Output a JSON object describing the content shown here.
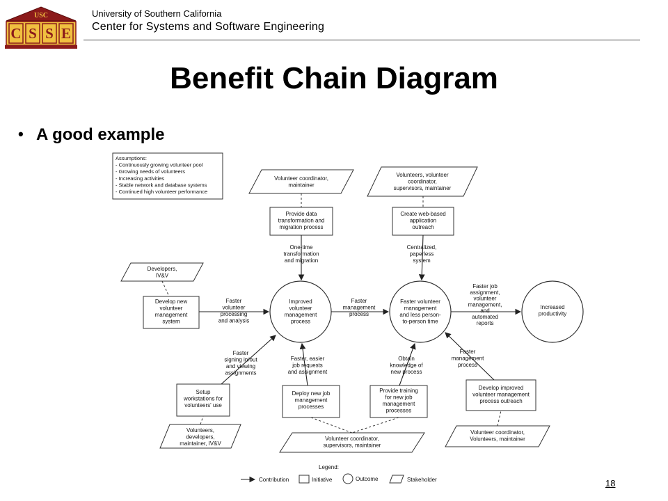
{
  "header": {
    "logo_top": "USC",
    "logo_letters": [
      "C",
      "S",
      "S",
      "E"
    ],
    "university": "University of Southern California",
    "center": "Center for Systems and Software Engineering"
  },
  "title": "Benefit Chain Diagram",
  "bullet": "A good example",
  "page_number": "18",
  "diagram": {
    "assumptions": [
      "Assumptions:",
      "- Continuously growing volunteer pool",
      "- Growing needs of volunteers",
      "- Increasing activities",
      "- Stable network and database systems",
      "- Continued high volunteer performance"
    ],
    "stakeholders": {
      "top_left": [
        "Volunteer coordinator,",
        "maintainer"
      ],
      "top_right": [
        "Volunteers, volunteer",
        "coordinator,",
        "supervisors, maintainer"
      ],
      "left": [
        "Developers,",
        "IV&V"
      ],
      "bottom_left": [
        "Volunteers,",
        "developers,",
        "maintainer, IV&V"
      ],
      "bottom_center": [
        "Volunteer coordinator,",
        "supervisors, maintainer"
      ],
      "bottom_right": [
        "Volunteer coordinator,",
        "Volunteers, maintainer"
      ]
    },
    "initiatives": {
      "provide_data": [
        "Provide data",
        "transformation and",
        "migration process"
      ],
      "web_outreach": [
        "Create web-based",
        "application",
        "outreach"
      ],
      "develop_system": [
        "Develop new",
        "volunteer",
        "management",
        "system"
      ],
      "setup_workstations": [
        "Setup",
        "workstations for",
        "volunteers' use"
      ],
      "deploy_job": [
        "Deploy new job",
        "management",
        "processes"
      ],
      "provide_training": [
        "Provide training",
        "for new job",
        "management",
        "processes"
      ],
      "develop_outreach": [
        "Develop improved",
        "volunteer management",
        "process outreach"
      ]
    },
    "outcomes": {
      "improved": [
        "Improved",
        "volunteer",
        "management",
        "process"
      ],
      "faster_mgmt": [
        "Faster volunteer",
        "management",
        "and less person-",
        "to-person time"
      ],
      "productivity": [
        "Increased",
        "productivity"
      ]
    },
    "contributions": {
      "one_time": [
        "One-time",
        "transformation",
        "and migration"
      ],
      "centralized": [
        "Centralized,",
        "paperless",
        "system"
      ],
      "faster_processing": [
        "Faster",
        "volunteer",
        "processing",
        "and analysis"
      ],
      "faster_process": [
        "Faster",
        "management",
        "process"
      ],
      "faster_job": [
        "Faster job",
        "assignment,",
        "volunteer",
        "management,",
        "and",
        "automated",
        "reports"
      ],
      "faster_signing": [
        "Faster",
        "signing in/out",
        "and viewing",
        "assignments"
      ],
      "faster_easier": [
        "Faster, easier",
        "job requests",
        "and assignment"
      ],
      "obtain_knowledge": [
        "Obtain",
        "knowledge of",
        "new process"
      ],
      "faster_mgmt_process": [
        "Faster",
        "management",
        "process"
      ]
    },
    "legend": {
      "title": "Legend:",
      "contribution": "Contribution",
      "initiative": "Initiative",
      "outcome": "Outcome",
      "stakeholder": "Stakeholder"
    }
  }
}
